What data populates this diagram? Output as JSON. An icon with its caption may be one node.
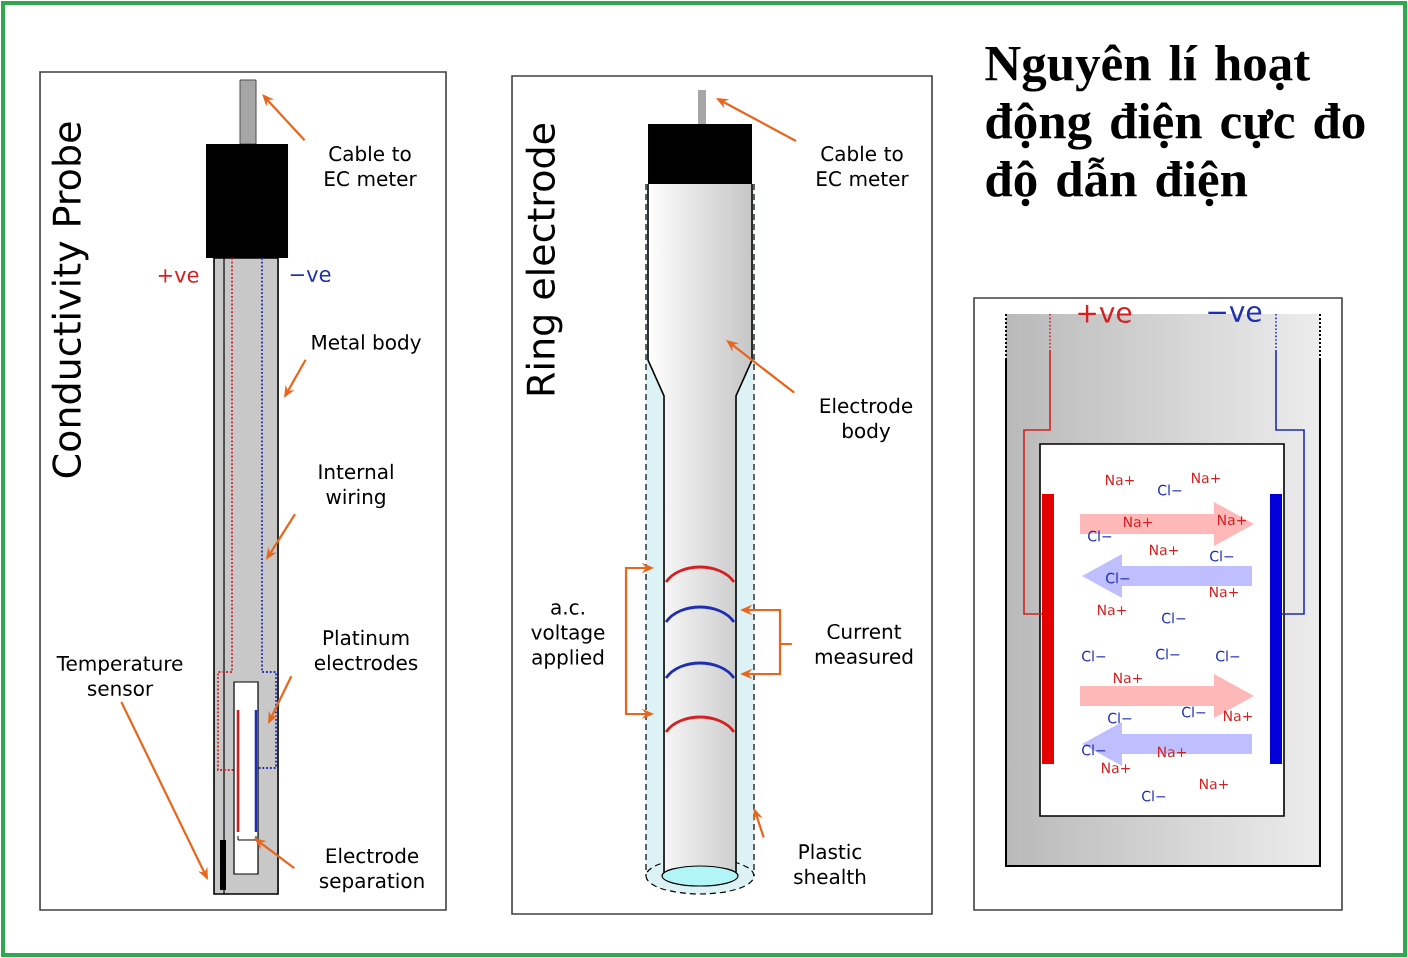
{
  "diagram": {
    "title": "Nguyên lí hoạt động điện cực đo độ dẫn điện",
    "nodes": [
      {
        "text": [
          "Conductivity Probe"
        ]
      },
      {
        "text": [
          "Cable to EC meter"
        ],
        "in": 0
      },
      {
        "text": [
          "Metal body"
        ],
        "in": 0
      },
      {
        "text": [
          "Internal wiring"
        ],
        "in": 0
      },
      {
        "text": [
          "Platinum electrodes"
        ],
        "in": 0
      },
      {
        "text": [
          "Temperature sensor"
        ],
        "in": 0
      },
      {
        "text": [
          "Electrode separation"
        ],
        "in": 0
      },
      {
        "text": [
          "Ring electrode"
        ]
      },
      {
        "text": [
          "Cable to EC meter"
        ],
        "in": 7
      },
      {
        "text": [
          "Electrode body"
        ],
        "in": 7
      },
      {
        "text": [
          "a.c. voltage applied"
        ],
        "in": 7
      },
      {
        "text": [
          "Current measured"
        ],
        "in": 7
      },
      {
        "text": [
          "Plastic shealth"
        ],
        "in": 7
      },
      {
        "text": [],
        "shape": "box"
      },
      {
        "text": [],
        "shape": "picture",
        "in": 0,
        "beside": [
          "+ve",
          "−ve"
        ]
      },
      {
        "text": [],
        "shape": "picture",
        "in": 7
      }
    ],
    "edges": [
      {
        "from": 1,
        "to": 14,
        "arrow": "to"
      },
      {
        "from": 2,
        "to": 14,
        "arrow": "to"
      },
      {
        "from": 3,
        "to": 14,
        "arrow": "to"
      },
      {
        "from": 4,
        "to": 14,
        "arrow": "to"
      },
      {
        "from": 5,
        "to": 14,
        "arrow": "to"
      },
      {
        "from": 6,
        "to": 14,
        "arrow": "to"
      },
      {
        "from": 8,
        "to": 15,
        "arrow": "to"
      },
      {
        "from": 9,
        "to": 15,
        "arrow": "to"
      },
      {
        "from": 10,
        "to": 15,
        "arrow": "to"
      },
      {
        "from": 10,
        "to": 15,
        "arrow": "to"
      },
      {
        "from": 11,
        "to": 15,
        "arrow": "to"
      },
      {
        "from": 11,
        "to": 15,
        "arrow": "to"
      },
      {
        "from": 12,
        "to": 15,
        "arrow": "to"
      }
    ],
    "labels": [
      "+ve",
      "−ve",
      "Na+",
      "Cl−",
      "Na+",
      "Na+",
      "Na+",
      "Cl−",
      "Na+",
      "Cl−",
      "Cl−",
      "Na+",
      "Na+",
      "Cl−",
      "Cl−",
      "Cl−",
      "Cl−",
      "Na+",
      "Cl−",
      "Cl−",
      "Na+",
      "Cl−",
      "Na+",
      "Na+",
      "Na+",
      "Cl−"
    ]
  }
}
